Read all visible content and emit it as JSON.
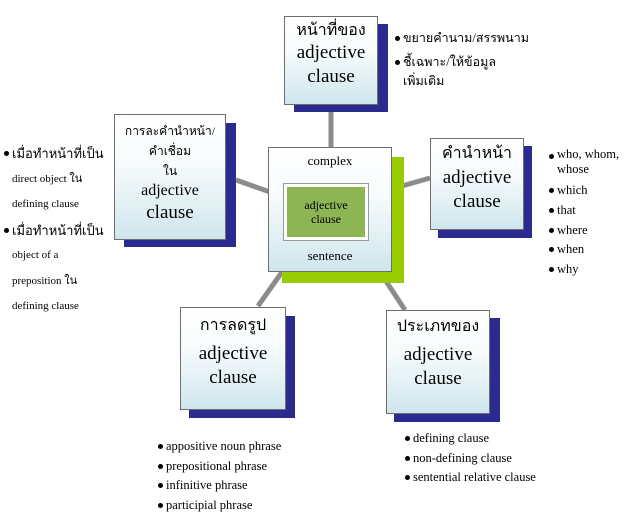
{
  "center": {
    "top": "complex",
    "inner_line1": "adjective",
    "inner_line2": "clause",
    "bottom": "sentence"
  },
  "nodes": {
    "function": {
      "line1": "หน้าที่ของ",
      "line2": "adjective",
      "line3": "clause"
    },
    "relative_word": {
      "line1": "คำนำหน้า",
      "line2": "adjective",
      "line3": "clause"
    },
    "types": {
      "line1": "ประเภทของ",
      "line2": "adjective",
      "line3": "clause"
    },
    "reduction": {
      "line1": "การลดรูป",
      "line2": "adjective",
      "line3": "clause"
    },
    "omission": {
      "line1": "การละคำนำหน้า/",
      "line2": "คำเชื่อม",
      "line3": "ใน",
      "line4": "adjective",
      "line5": "clause"
    }
  },
  "lists": {
    "function": [
      "ขยายคำนาม/สรรพนาม",
      "ชี้เฉพาะ/ให้ข้อมูล",
      "เพิ่มเติม"
    ],
    "relative_word": [
      "who, whom, whose",
      "which",
      "that",
      "where",
      "when",
      "why"
    ],
    "types": [
      "defining clause",
      "non-defining clause",
      "sentential relative clause"
    ],
    "reduction": [
      "appositive noun phrase",
      "prepositional phrase",
      "infinitive phrase",
      "participial phrase"
    ],
    "omission": [
      "เมื่อทำหน้าที่เป็น",
      "direct object ใน",
      "defining clause",
      "เมื่อทำหน้าที่เป็น",
      "object of  a",
      "preposition ใน",
      "defining clause"
    ]
  },
  "colors": {
    "shadow": "#2b2b8f",
    "center_shadow": "#99cc00",
    "inner_box": "#8db553",
    "connector": "#8c8c8c"
  }
}
